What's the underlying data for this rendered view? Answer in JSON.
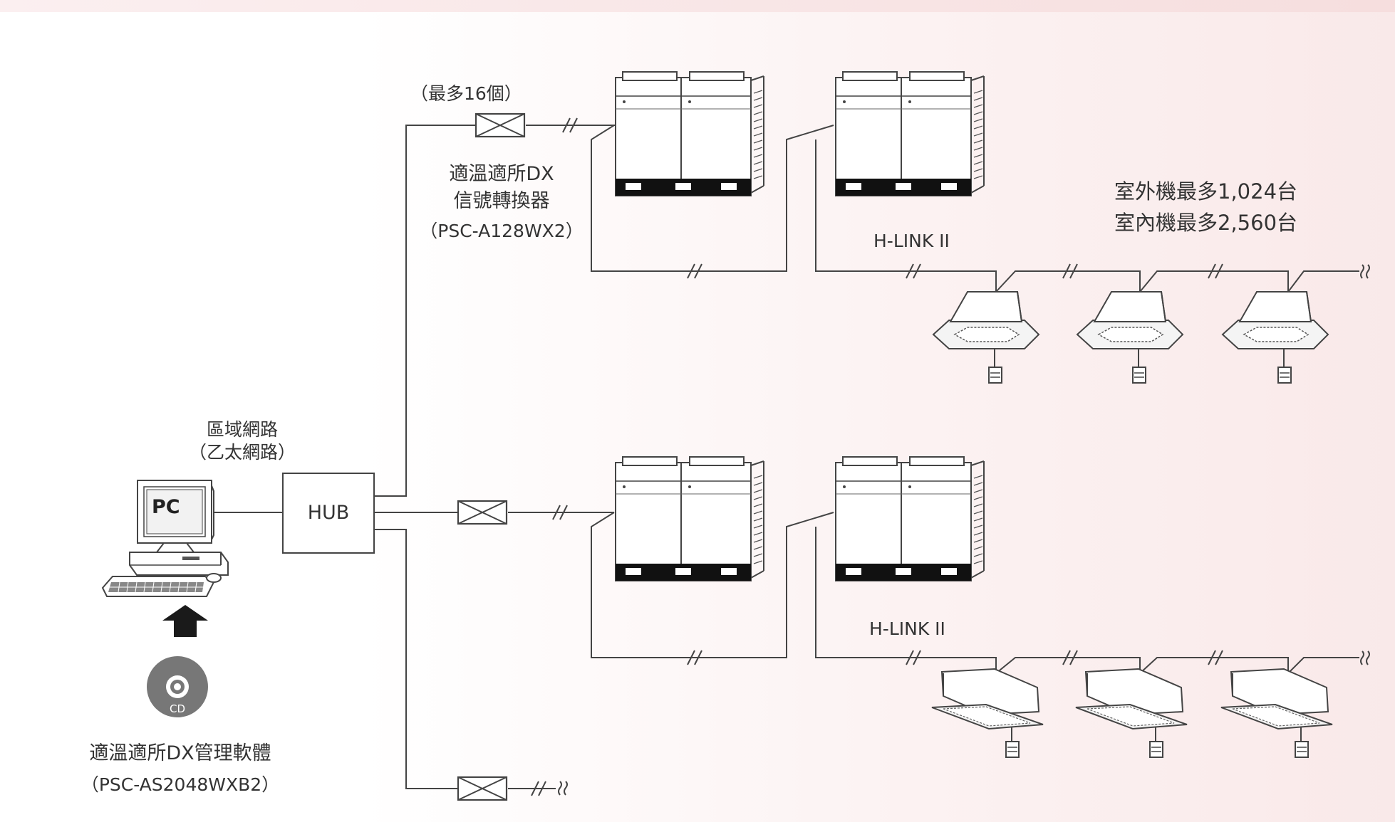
{
  "labels": {
    "converter_count": "（最多16個）",
    "converter_name_1": "適溫適所DX",
    "converter_name_2": "信號轉換器",
    "converter_model": "（PSC-A128WX2）",
    "capacity_outdoor": "室外機最多1,024台",
    "capacity_indoor": "室內機最多2,560台",
    "hlink_top": "H-LINK II",
    "hlink_bottom": "H-LINK II",
    "lan_1": "區域網路",
    "lan_2": "（乙太網路）",
    "hub": "HUB",
    "pc": "PC",
    "cd": "CD",
    "software_name": "適溫適所DX管理軟體",
    "software_model": "（PSC-AS2048WXB2）"
  },
  "colors": {
    "line": "#444444",
    "text": "#333333",
    "dark_gray": "#555555",
    "unit_base": "#111111"
  }
}
